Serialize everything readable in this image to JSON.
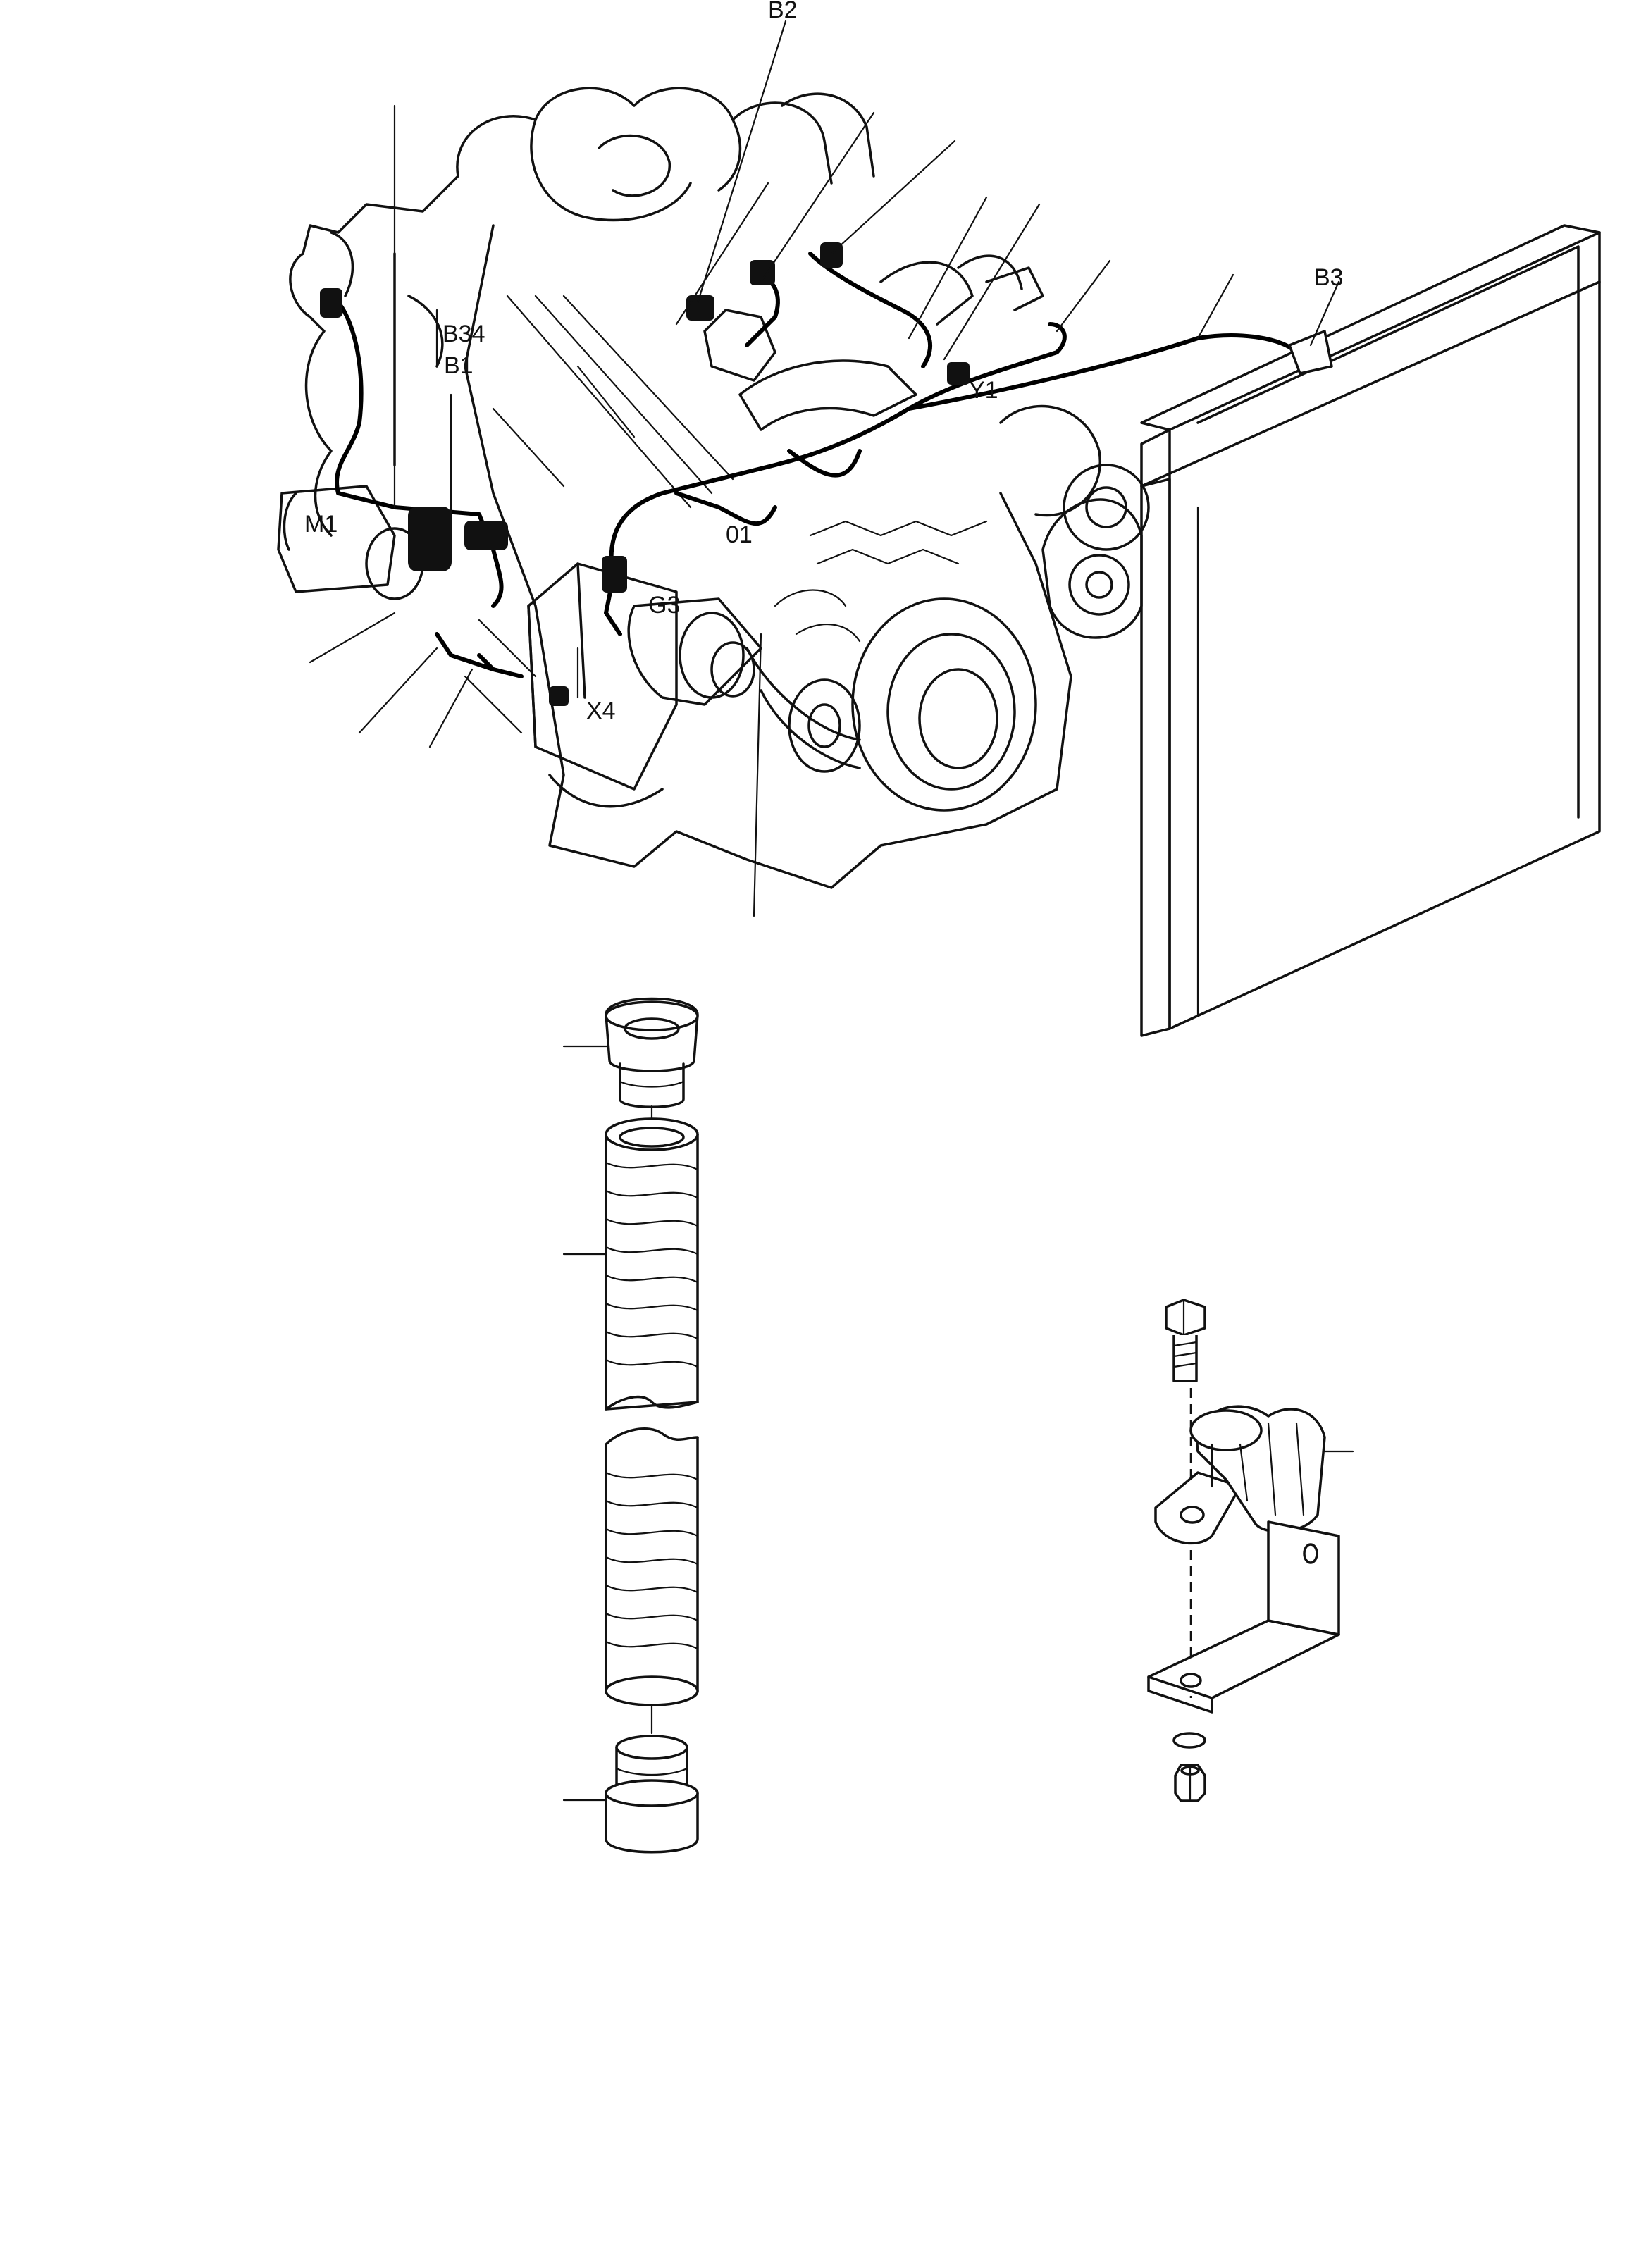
{
  "labels": {
    "b2": "B2",
    "b3": "B3",
    "b34": "B34",
    "b1": "B1",
    "y1": "Y1",
    "m1": "M1",
    "o1": "01",
    "g3": "G3",
    "x4": "X4"
  }
}
